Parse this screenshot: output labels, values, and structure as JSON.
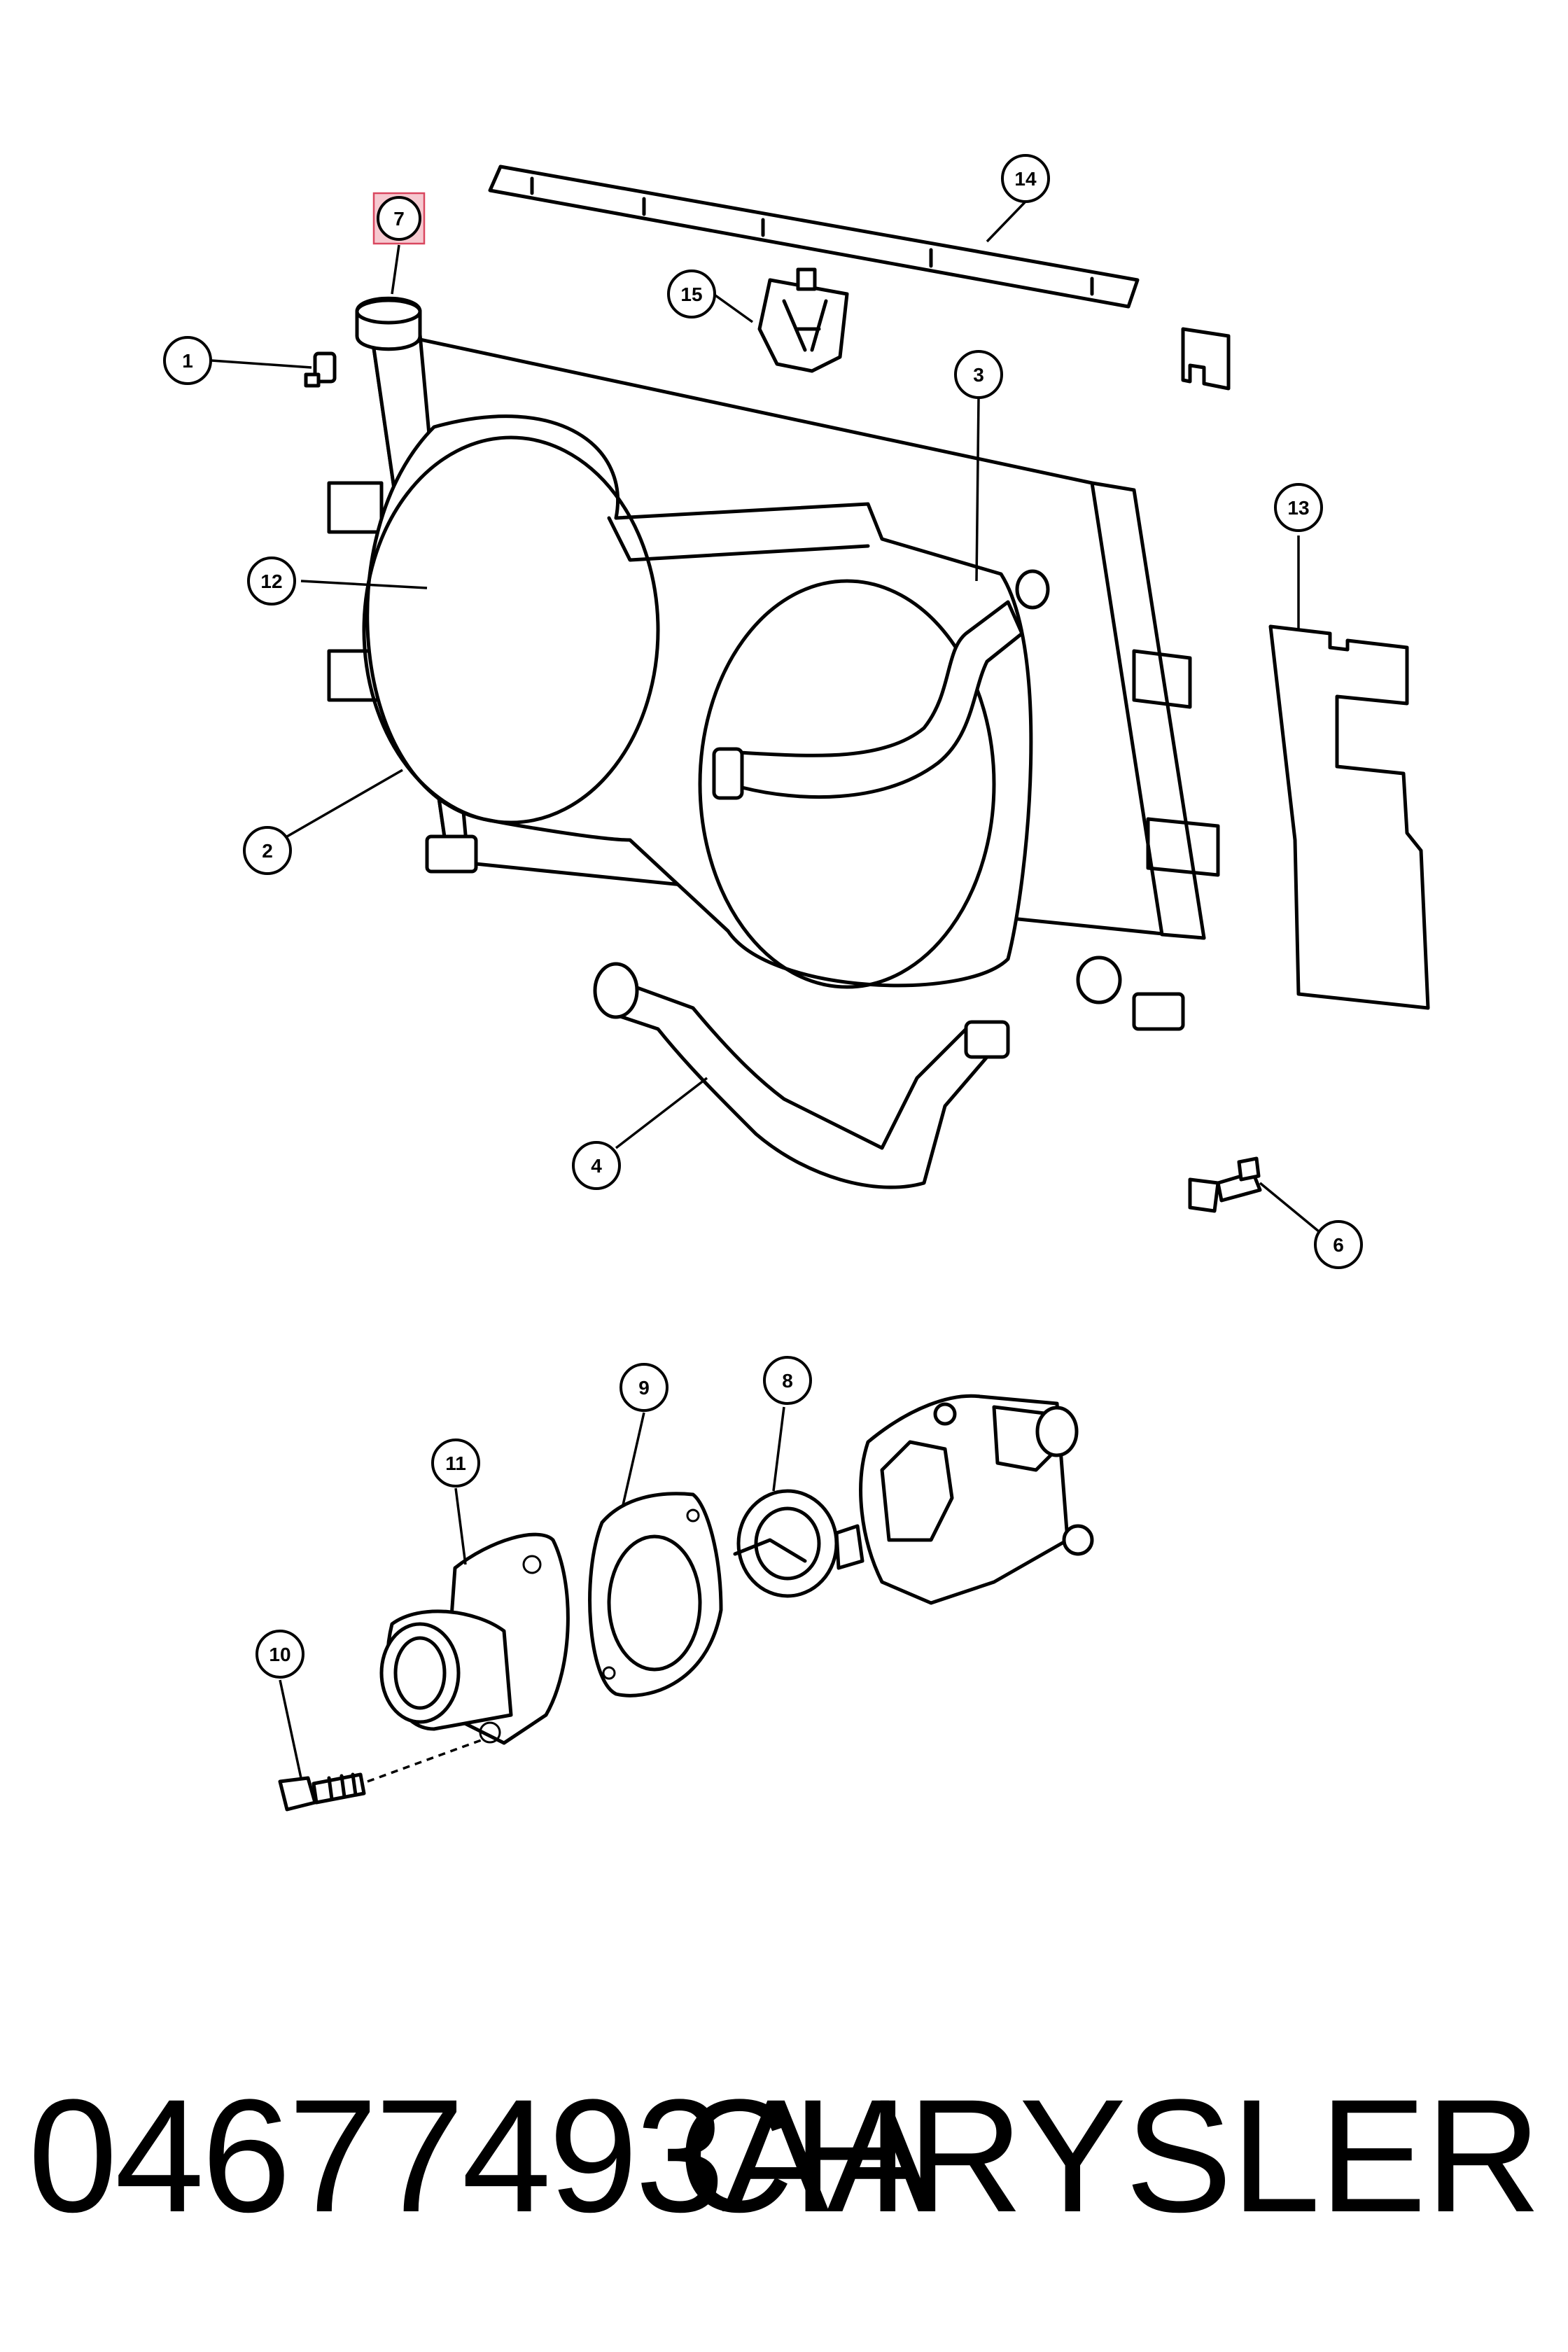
{
  "callouts": [
    {
      "id": "1",
      "label": "1"
    },
    {
      "id": "2",
      "label": "2"
    },
    {
      "id": "3",
      "label": "3"
    },
    {
      "id": "4",
      "label": "4"
    },
    {
      "id": "6",
      "label": "6"
    },
    {
      "id": "7",
      "label": "7",
      "highlighted": true
    },
    {
      "id": "8",
      "label": "8"
    },
    {
      "id": "9",
      "label": "9"
    },
    {
      "id": "10",
      "label": "10"
    },
    {
      "id": "11",
      "label": "11"
    },
    {
      "id": "12",
      "label": "12"
    },
    {
      "id": "13",
      "label": "13"
    },
    {
      "id": "14",
      "label": "14"
    },
    {
      "id": "15",
      "label": "15"
    }
  ],
  "footer": {
    "part_number": "04677493AA",
    "brand": "CHRYSLER"
  },
  "colors": {
    "highlight_fill": "#f6c9d0",
    "highlight_stroke": "#d9475f",
    "line": "#000000"
  }
}
